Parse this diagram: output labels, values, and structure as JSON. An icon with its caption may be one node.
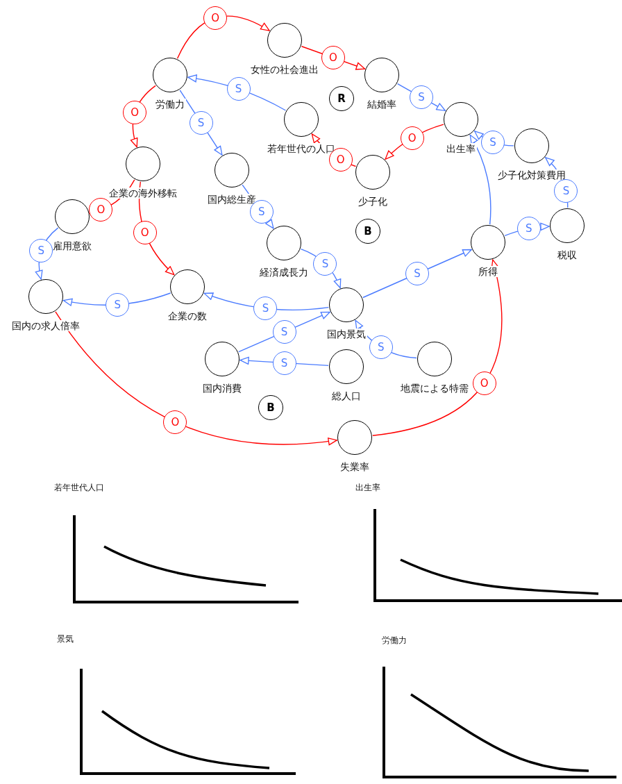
{
  "diagram": {
    "nodes": [
      {
        "text": [
          "労働力"
        ]
      },
      {
        "text": [
          "女性の社会進出"
        ]
      },
      {
        "text": [
          "結婚率"
        ]
      },
      {
        "text": [
          "出生率"
        ]
      },
      {
        "text": [
          "若年世代の人口"
        ]
      },
      {
        "text": [
          "少子化"
        ]
      },
      {
        "text": [
          "少子化対策費用"
        ]
      },
      {
        "text": [
          "企業の海外移転"
        ]
      },
      {
        "text": [
          "国内総生産"
        ]
      },
      {
        "text": [
          "雇用意欲"
        ]
      },
      {
        "text": [
          "経済成長力"
        ]
      },
      {
        "text": [
          "所得"
        ]
      },
      {
        "text": [
          "税収"
        ]
      },
      {
        "text": [
          "国内の求人倍率"
        ]
      },
      {
        "text": [
          "企業の数"
        ]
      },
      {
        "text": [
          "国内景気"
        ]
      },
      {
        "text": [
          "国内消費"
        ]
      },
      {
        "text": [
          "総人口"
        ]
      },
      {
        "text": [
          "地震による特需"
        ]
      },
      {
        "text": [
          "失業率"
        ]
      },
      {
        "text": [
          "R"
        ]
      },
      {
        "text": [
          "B"
        ]
      },
      {
        "text": [
          "B"
        ]
      }
    ],
    "edges": [
      {
        "from": 0,
        "to": 1,
        "arrow": "to",
        "label": "O",
        "color": "#ff0000"
      },
      {
        "from": 1,
        "to": 2,
        "arrow": "to",
        "label": "O",
        "color": "#ff0000"
      },
      {
        "from": 2,
        "to": 3,
        "arrow": "to",
        "label": "S"
      },
      {
        "from": 3,
        "to": 5,
        "arrow": "to",
        "label": "O",
        "color": "#ff0000"
      },
      {
        "from": 5,
        "to": 4,
        "arrow": "to",
        "label": "O",
        "color": "#ff0000"
      },
      {
        "from": 4,
        "to": 0,
        "arrow": "to",
        "label": "S"
      },
      {
        "from": 0,
        "to": 8,
        "arrow": "to",
        "label": "S"
      },
      {
        "from": 0,
        "to": 7,
        "arrow": "to",
        "label": "O",
        "color": "#ff0000"
      },
      {
        "from": 7,
        "to": 9,
        "arrow": "to",
        "label": "O",
        "color": "#ff0000"
      },
      {
        "from": 7,
        "to": 14,
        "arrow": "to",
        "label": "O",
        "color": "#ff0000"
      },
      {
        "from": 8,
        "to": 10,
        "arrow": "to",
        "label": "S"
      },
      {
        "from": 10,
        "to": 15,
        "arrow": "to",
        "label": "S"
      },
      {
        "from": 15,
        "to": 14,
        "arrow": "to",
        "label": "S"
      },
      {
        "from": 14,
        "to": 13,
        "arrow": "to",
        "label": "S"
      },
      {
        "from": 9,
        "to": 13,
        "arrow": "to",
        "label": "S"
      },
      {
        "from": 15,
        "to": 11,
        "arrow": "to",
        "label": "S"
      },
      {
        "from": 11,
        "to": 3,
        "arrow": "to"
      },
      {
        "from": 11,
        "to": 12,
        "arrow": "to",
        "label": "S"
      },
      {
        "from": 12,
        "to": 6,
        "arrow": "to",
        "label": "S"
      },
      {
        "from": 6,
        "to": 3,
        "arrow": "to",
        "label": "S"
      },
      {
        "from": 16,
        "to": 15,
        "arrow": "to",
        "label": "S"
      },
      {
        "from": 17,
        "to": 16,
        "arrow": "to",
        "label": "S"
      },
      {
        "from": 18,
        "to": 15,
        "arrow": "to",
        "label": "S"
      },
      {
        "from": 13,
        "to": 19,
        "arrow": "to",
        "label": "O",
        "color": "#ff0000"
      },
      {
        "from": 19,
        "to": 11,
        "arrow": "to",
        "label": "O",
        "color": "#ff0000"
      }
    ],
    "labels": [
      "若年世代人口",
      "出生率",
      "景気",
      "労働力"
    ]
  }
}
